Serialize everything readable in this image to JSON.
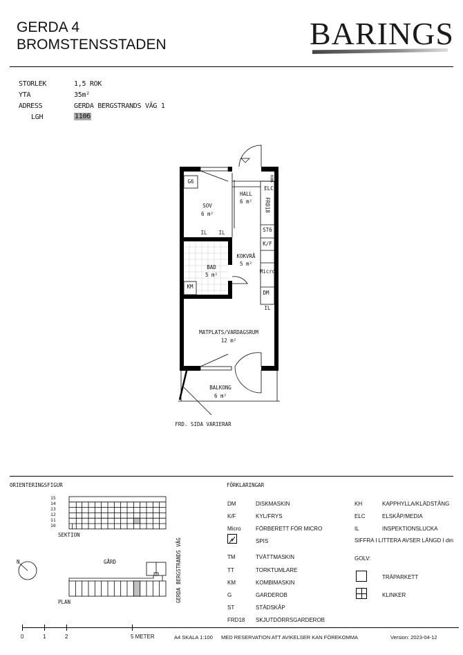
{
  "header": {
    "title_line1": "GERDA 4",
    "title_line2": "BROMSTENSSTADEN",
    "logo": "BARINGS"
  },
  "info": [
    {
      "label": "STORLEK",
      "value": "1,5 ROK"
    },
    {
      "label": "YTA",
      "value": "35m²"
    },
    {
      "label": "ADRESS",
      "value": "GERDA BERGSTRANDS VÄG 1"
    },
    {
      "label": "LGH",
      "value": "1106"
    }
  ],
  "plan": {
    "rooms": {
      "sov": "SOV",
      "sov_area": "6 m²",
      "hall": "HALL",
      "hall_area": "6 m²",
      "bad": "BAD",
      "bad_area": "5 m²",
      "kok": "KOKVRÅ",
      "kok_area": "5 m²",
      "vard": "MATPLATS/VARDAGSRUM",
      "vard_area": "12 m²",
      "balk": "BALKONG",
      "balk_area": "6 m²"
    },
    "tags": {
      "g6": "G6",
      "kh": "KH6",
      "elc": "ELC",
      "frd": "FRD18",
      "st6": "ST6",
      "kf": "K/F",
      "micro": "Micro",
      "dm": "DM",
      "km": "KM",
      "il": "IL"
    },
    "note": "FRD. SIDA VARIERAR"
  },
  "orientation": {
    "title": "ORIENTERINGSFIGUR",
    "floors": [
      "15",
      "14",
      "13",
      "12",
      "11",
      "10"
    ],
    "sektion": "SEKTION",
    "plan": "PLAN",
    "gard": "GÅRD",
    "street": "GERDA BERGSTRANDS VÄG",
    "north": "N",
    "highlight_floor": "11",
    "highlight_color": "#c0c0c0"
  },
  "legend": {
    "title": "FÖRKLARINGAR",
    "left": [
      {
        "code": "DM",
        "text": "DISKMASKIN"
      },
      {
        "code": "K/F",
        "text": "KYL/FRYS"
      },
      {
        "code": "Micro",
        "text": "FÖRBERETT FÖR MICRO"
      },
      {
        "code": "",
        "text": "SPIS"
      },
      {
        "code": "TM",
        "text": "TVÄTTMASKIN"
      },
      {
        "code": "TT",
        "text": "TORKTUMLARE"
      },
      {
        "code": "KM",
        "text": "KOMBIMASKIN"
      },
      {
        "code": "G",
        "text": "GARDEROB"
      },
      {
        "code": "ST",
        "text": "STÄDSKÅP"
      },
      {
        "code": "FRD18",
        "text": "SKJUTDÖRRSGARDEROB"
      }
    ],
    "right": [
      {
        "code": "KH",
        "text": "KAPPHYLLA/KLÄDSTÅNG"
      },
      {
        "code": "ELC",
        "text": "ELSKÅP/MEDIA"
      },
      {
        "code": "IL",
        "text": "INSPEKTIONSLUCKA"
      }
    ],
    "note": "SIFFRA I LITTERA AVSER LÄNGD I dm",
    "golv": "GOLV:",
    "parkett": "TRÄPARKETT",
    "klinker": "KLINKER"
  },
  "footer": {
    "scale_labels": [
      "0",
      "1",
      "2",
      "5 METER"
    ],
    "scale": "A4 SKALA 1:100",
    "disclaimer": "MED RESERVATION ATT AVIKELSER KAN FÖREKOMMA",
    "version": "Version: 2023-04-12"
  }
}
